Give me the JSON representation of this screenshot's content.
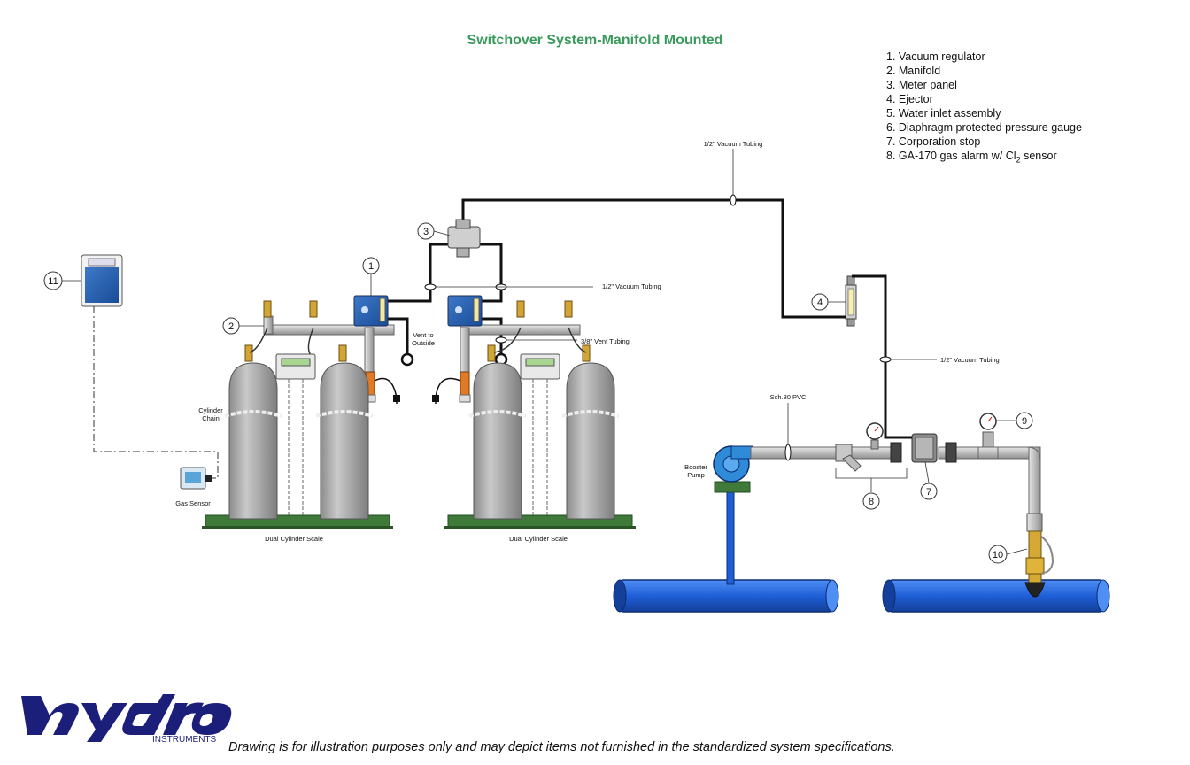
{
  "title": "Switchover System-Manifold Mounted",
  "legend": [
    "1. Vacuum regulator",
    "2. Manifold",
    "3. Meter panel",
    "4. Ejector",
    "5. Water inlet assembly",
    "6. Diaphragm protected pressure gauge",
    "7. Corporation stop",
    "8. GA-170 gas alarm w/ ",
    "2",
    " sensor"
  ],
  "legend_item_8": {
    "prefix": "8. GA-170 gas alarm w/ Cl",
    "subscript": "2",
    "suffix": " sensor"
  },
  "labels": {
    "vacuum_tubing_top": "1/2\" Vacuum Tubing",
    "vacuum_tubing_mid": "1/2\" Vacuum Tubing",
    "vacuum_tubing_right": "1/2\" Vacuum Tubing",
    "vent_tubing": "3/8\" Vent Tubing",
    "vent_to": "Vent to",
    "outside": "Outside",
    "cylinder": "Cylinder",
    "chain": "Chain",
    "gas_sensor": "Gas Sensor",
    "dual_scale_left": "Dual Cylinder Scale",
    "dual_scale_right": "Dual Cylinder Scale",
    "sch80": "Sch.80 PVC",
    "booster": "Booster",
    "pump": "Pump"
  },
  "callouts": [
    "1",
    "2",
    "3",
    "4",
    "7",
    "8",
    "9",
    "10",
    "11"
  ],
  "logo": {
    "word": "hydro",
    "sub": "INSTRUMENTS"
  },
  "footer": "Drawing is for illustration purposes only and may depict items not furnished in the standardized system specifications.",
  "colors": {
    "title": "#3a9a5c",
    "cylinder": "#a8a8a8",
    "pipe_gray": "#c8c8c8",
    "main_pipe": "#1f5fd6",
    "scale_green": "#3f7a3a",
    "logo_navy": "#1c1f7a"
  }
}
